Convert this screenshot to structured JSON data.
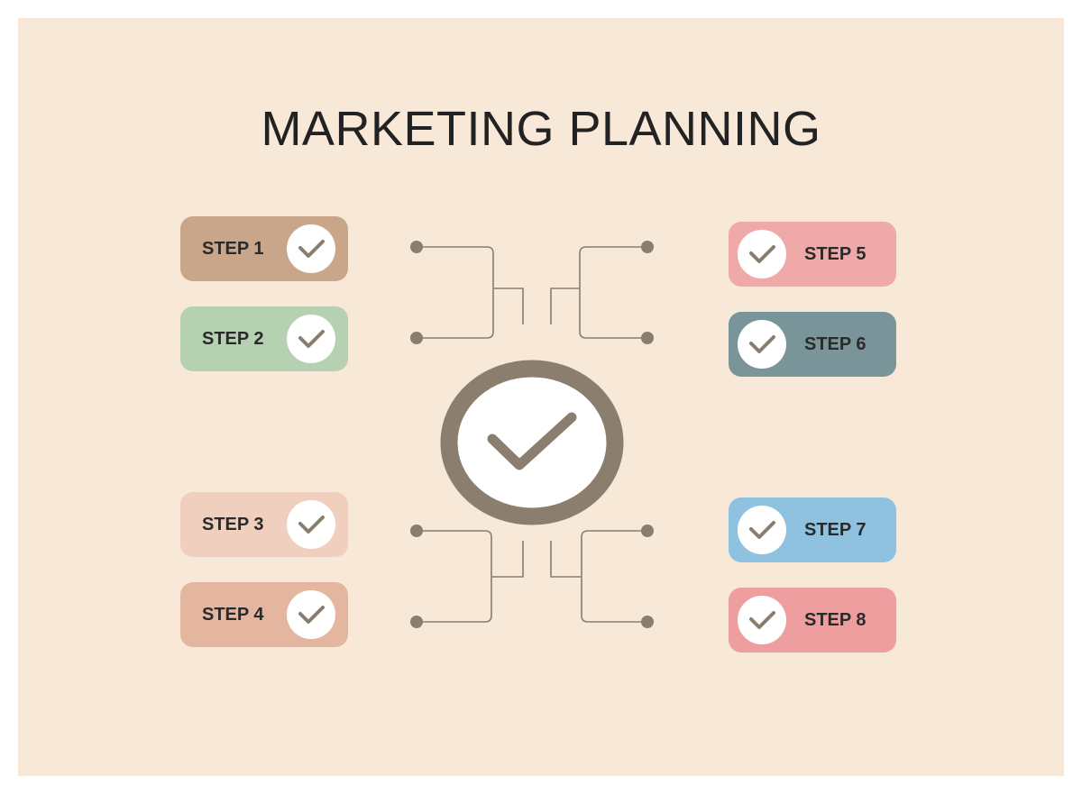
{
  "title": "MARKETING PLANNING",
  "colors": {
    "background": "#f7e8d8",
    "line": "#8a7d6d",
    "hub_ring": "#8b7e6e"
  },
  "icons": {
    "step_check": "check-icon",
    "hub": "check-icon"
  },
  "steps": [
    {
      "label": "STEP 1",
      "color": "#c9a58a"
    },
    {
      "label": "STEP 2",
      "color": "#b5d1b1"
    },
    {
      "label": "STEP 3",
      "color": "#f0cfbe"
    },
    {
      "label": "STEP 4",
      "color": "#e5b69f"
    },
    {
      "label": "STEP 5",
      "color": "#efa9a8"
    },
    {
      "label": "STEP 6",
      "color": "#7a9599"
    },
    {
      "label": "STEP 7",
      "color": "#8fc2e1"
    },
    {
      "label": "STEP 8",
      "color": "#ef9e9f"
    }
  ]
}
